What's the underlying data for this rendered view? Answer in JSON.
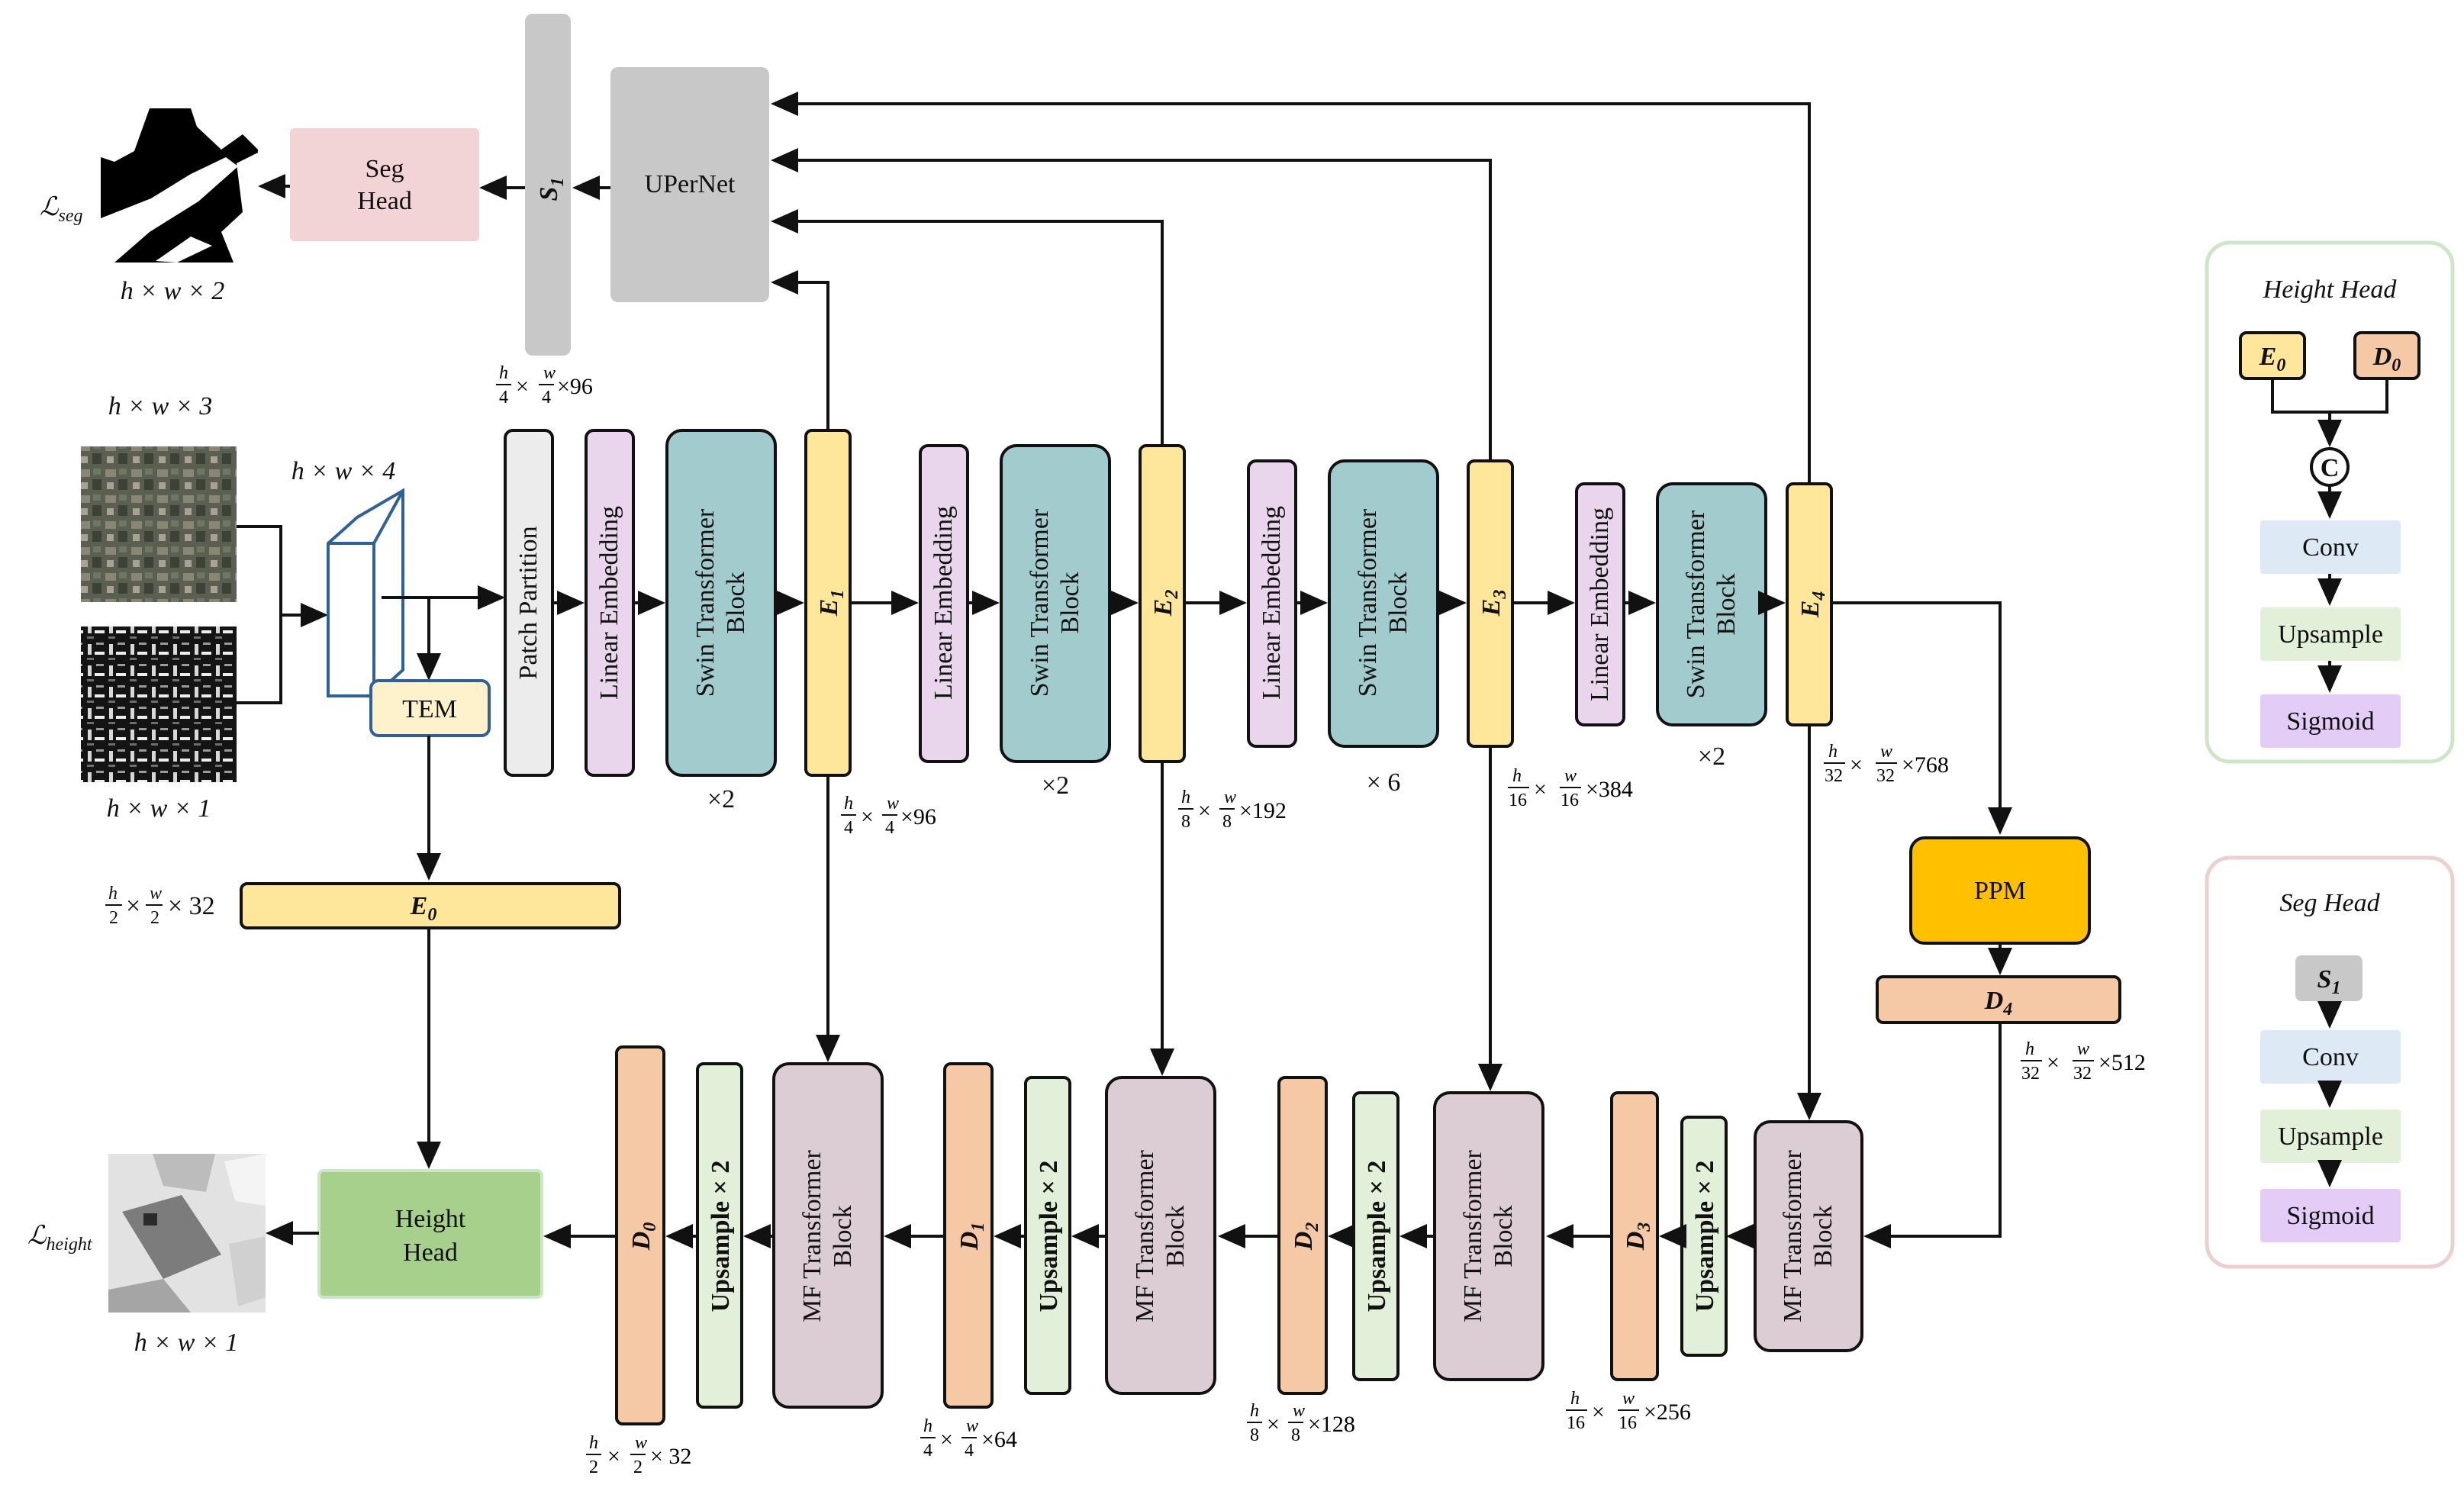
{
  "encoder": {
    "patch_partition": "Patch Partition",
    "linear_embedding": "Linear Embedding",
    "swin_line1": "Swin Transformer",
    "swin_line2": "Block",
    "e1": "E",
    "e1_sub": "1",
    "e2": "E",
    "e2_sub": "2",
    "e3": "E",
    "e3_sub": "3",
    "e4": "E",
    "e4_sub": "4",
    "rep1": "×2",
    "rep2": "×2",
    "rep3": "× 6",
    "rep4": "×2"
  },
  "inputs": {
    "rgb_dim": "h × w × 3",
    "sar_dim": "h × w × 1",
    "concat_dim": "h × w × 4",
    "tem": "TEM"
  },
  "e0": {
    "label": "E",
    "sub": "0",
    "dim": "× 32"
  },
  "top": {
    "upernet": "UPerNet",
    "s1": "S",
    "s1_sub": "1",
    "seg_head_l1": "Seg",
    "seg_head_l2": "Head",
    "seg_loss": "ℒ",
    "seg_loss_sub": "seg",
    "seg_out_dim": "h × w × 2",
    "s1_dim": "×96"
  },
  "dims": {
    "e1": "×96",
    "e2": "×192",
    "e3": "×384",
    "e4": "×768",
    "d4": "×512",
    "d3": "×256",
    "d2": "×128",
    "d1": "×64",
    "d0": "× 32",
    "frac_h": "h",
    "frac_w": "w",
    "den2": "2",
    "den4": "4",
    "den8": "8",
    "den16": "16",
    "den32": "32"
  },
  "ppm": "PPM",
  "decoder": {
    "d4": "D",
    "d4_sub": "4",
    "d3": "D",
    "d3_sub": "3",
    "d2": "D",
    "d2_sub": "2",
    "d1": "D",
    "d1_sub": "1",
    "d0": "D",
    "d0_sub": "0",
    "mf_line1": "MF Transformer",
    "mf_line2": "Block",
    "upsample": "Upsample × 2",
    "height_head_l1": "Height",
    "height_head_l2": "Head",
    "height_loss": "ℒ",
    "height_loss_sub": "height",
    "height_out_dim": "h × w × 1"
  },
  "legend_height": {
    "title": "Height Head",
    "e0": "E",
    "e0_sub": "0",
    "d0": "D",
    "d0_sub": "0",
    "concat": "C",
    "conv": "Conv",
    "upsample": "Upsample",
    "sigmoid": "Sigmoid",
    "border_color": "#cfe5c8"
  },
  "legend_seg": {
    "title": "Seg Head",
    "s1": "S",
    "s1_sub": "1",
    "conv": "Conv",
    "upsample": "Upsample",
    "sigmoid": "Sigmoid",
    "border_color": "#ecd0d0"
  },
  "colors": {
    "e_yellow": "#fee79a",
    "linear_emb": "#e9d6ec",
    "swin": "#a2cbcd",
    "patch": "#ececec",
    "upernet": "#c8c8c8",
    "seg_head": "#f2d4d6",
    "d_orange": "#f6c9a6",
    "mf": "#dccdd4",
    "upsample": "#e2f0d9",
    "height_head": "#a7d08c",
    "ppm": "#ffc000",
    "conv": "#dde9f4",
    "sigmoid": "#e3cdf6",
    "tem": "#fef2cc",
    "cube": "#2e6099"
  }
}
